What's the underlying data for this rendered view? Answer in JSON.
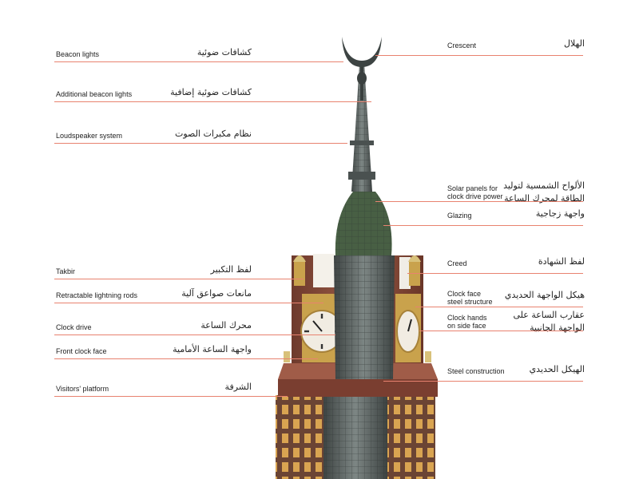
{
  "colors": {
    "leader": "#e8826f",
    "stone": "#8a4e3c",
    "steel": "#5c6462",
    "gold": "#b58a3a",
    "clock_face": "#f1ece2"
  },
  "left_labels": [
    {
      "en": "Beacon lights",
      "ar": "كشافات ضوئية"
    },
    {
      "en": "Additional beacon lights",
      "ar": "كشافات ضوئية إضافية"
    },
    {
      "en": "Loudspeaker system",
      "ar": "نظام مكبرات الصوت"
    },
    {
      "en": "Takbir",
      "ar": "لفظ التكبير"
    },
    {
      "en": "Retractable lightning rods",
      "ar": "مانعات صواعق آلية"
    },
    {
      "en": "Clock drive",
      "ar": "محرك الساعة"
    },
    {
      "en": "Front clock face",
      "ar": "واجهة الساعة الأمامية"
    },
    {
      "en": "Visitors' platform",
      "ar": "الشرفة"
    }
  ],
  "right_labels": [
    {
      "en": "Crescent",
      "ar": "الهلال"
    },
    {
      "en": "Solar panels for clock drive power",
      "en_l1": "Solar panels for",
      "en_l2": "clock drive power",
      "ar_l1": "الألواح الشمسية لتوليد",
      "ar_l2": "الطاقة لمحرك الساعة"
    },
    {
      "en": "Glazing",
      "ar": "واجهة زجاجية"
    },
    {
      "en": "Creed",
      "ar": "لفظ الشهادة"
    },
    {
      "en": "Clock face steel structure",
      "en_l1": "Clock face",
      "en_l2": "steel structure",
      "ar": "هيكل الواجهة الحديدي"
    },
    {
      "en": "Clock hands on side face",
      "en_l1": "Clock hands",
      "en_l2": "on side face",
      "ar_l1": "عقارب الساعة على",
      "ar_l2": "الواجهة الجانبية"
    },
    {
      "en": "Steel construction",
      "ar": "الهيكل الحديدي"
    }
  ]
}
